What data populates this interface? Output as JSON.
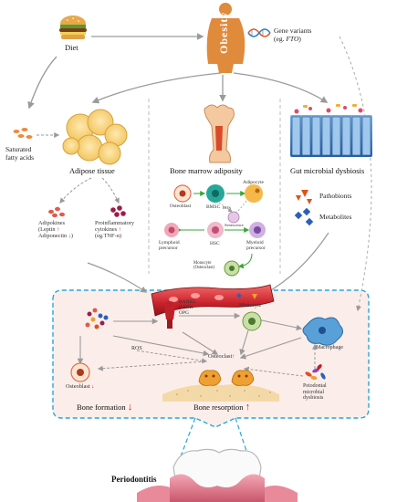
{
  "top": {
    "diet": "Diet",
    "obesity": "Obesity",
    "gene_variants": "Gene variants",
    "gene_example_prefix": "(eg. ",
    "gene_example_italic": "FTO",
    "gene_example_suffix": ")"
  },
  "left": {
    "saturated_line1": "Saturated",
    "saturated_line2": "fatty acids",
    "adipose_tissue": "Adipose tissue",
    "adipokines_line1": "Adipokines",
    "adipokines_line2": "(Leptin",
    "adipokines_line3": "Adiponectin",
    "proinflam_line1": "Proinflammatory",
    "proinflam_line2": "cytokines",
    "proinflam_line3": "(eg.TNF-α)"
  },
  "middle": {
    "title": "Bone marrow adiposity",
    "osteoblast": "Osteoblast",
    "bmsc": "BMSC",
    "adipocyte": "Adipocyte",
    "ros": "ROS",
    "senescence": "Senescence",
    "lymphoid_line1": "Lymphoid",
    "lymphoid_line2": "precursor",
    "hsc": "HSC",
    "myeloid_line1": "Myeloid",
    "myeloid_line2": "precursor",
    "monocyte_line1": "Monocyte",
    "monocyte_line2": "(Osteoclast)"
  },
  "right": {
    "title": "Gut microbial dysbiosis",
    "pathobionts": "Pathobionts",
    "metabolites": "Metabolites"
  },
  "bottom": {
    "rankl": "RANKL",
    "rank": "RANK",
    "opg": "OPG",
    "monocyte": "Monocyte",
    "macrophage": "Macrophage",
    "ros": "ROS",
    "osteoclast": "Osteoclast",
    "osteoblast": "Osteoblast",
    "bone_formation": "Bone formation",
    "bone_resorption": "Bone resorption",
    "periodontal_line1": "Peiodontal",
    "periodontal_line2": "microbial",
    "periodontal_line3": "dysbiosis",
    "periodontitis": "Periodontitis"
  },
  "symbols": {
    "up": "↑",
    "down": "↓"
  },
  "colors": {
    "dashed_frame": "#29a6d9",
    "panel_fill": "#fbeeea",
    "red_arrow": "#e0201c",
    "obesity_figure": "#e08a3c"
  }
}
